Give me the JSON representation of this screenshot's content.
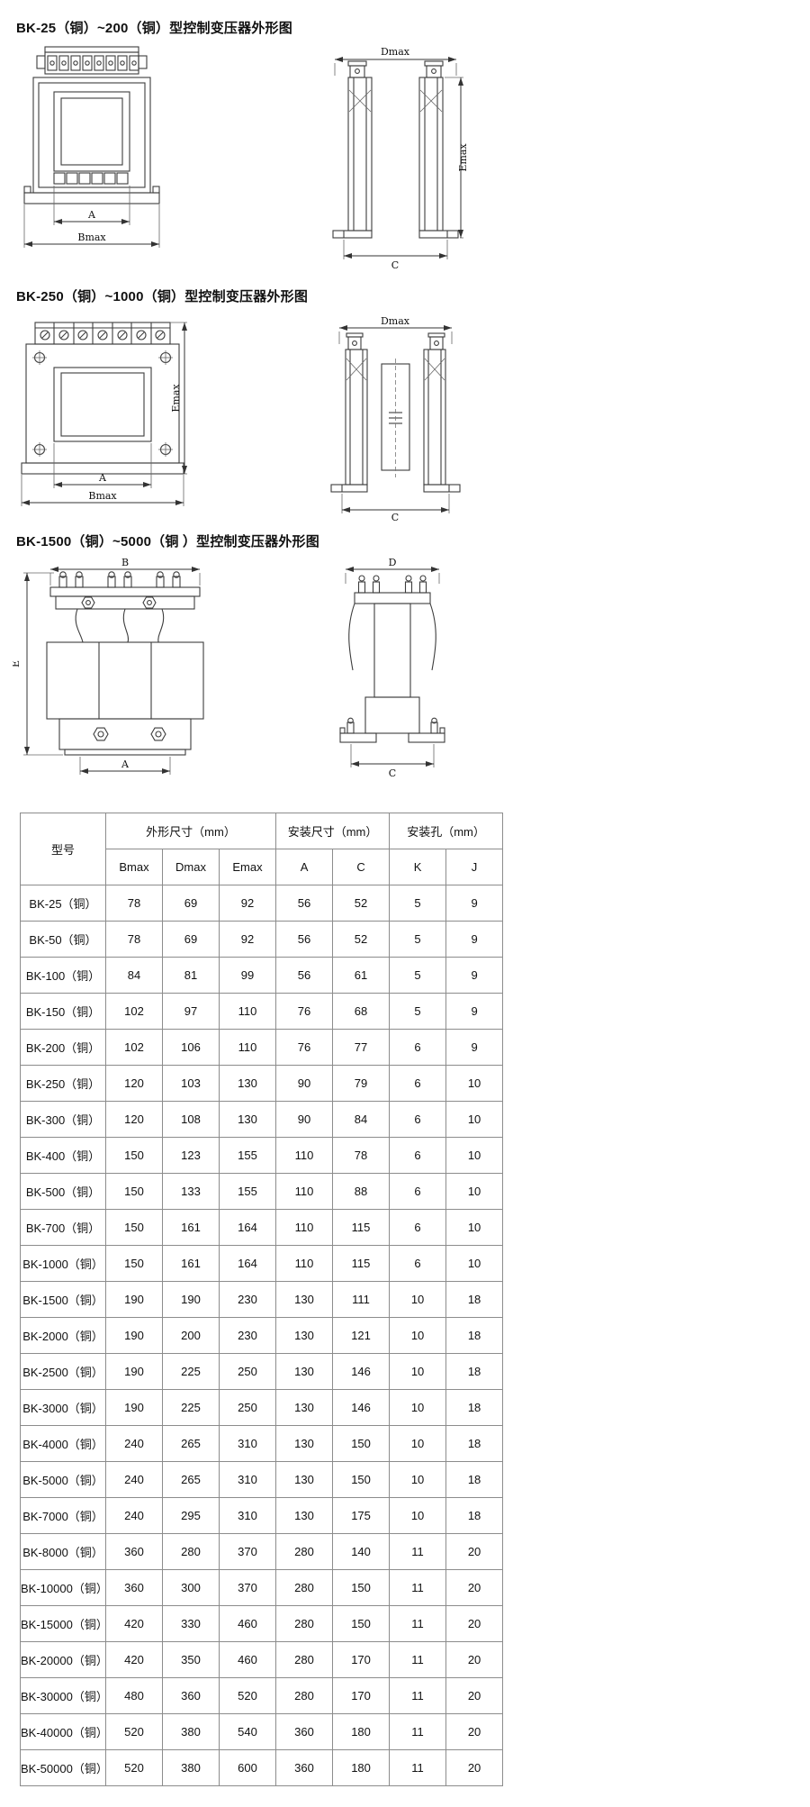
{
  "sections": [
    {
      "title": "BK-25（铜）~200（铜）型控制变压器外形图",
      "dims": {
        "a": "A",
        "b": "Bmax",
        "c": "C",
        "d": "Dmax",
        "e": "Emax"
      }
    },
    {
      "title": "BK-250（铜）~1000（铜）型控制变压器外形图",
      "dims": {
        "a": "A",
        "b": "Bmax",
        "c": "C",
        "d": "Dmax",
        "e": "Emax"
      }
    },
    {
      "title": "BK-1500（铜）~5000（铜 ）型控制变压器外形图",
      "dims": {
        "a": "A",
        "b": "B",
        "c": "C",
        "d": "D",
        "e": "E"
      }
    }
  ],
  "table": {
    "col_model": "型号",
    "groups": [
      "外形尺寸（mm）",
      "安装尺寸（mm）",
      "安装孔（mm）"
    ],
    "sub_headers": [
      "Bmax",
      "Dmax",
      "Emax",
      "A",
      "C",
      "K",
      "J"
    ],
    "rows": [
      {
        "model": "BK-25（铜）",
        "values": [
          78,
          69,
          92,
          56,
          52,
          5,
          9
        ]
      },
      {
        "model": "BK-50（铜）",
        "values": [
          78,
          69,
          92,
          56,
          52,
          5,
          9
        ]
      },
      {
        "model": "BK-100（铜）",
        "values": [
          84,
          81,
          99,
          56,
          61,
          5,
          9
        ]
      },
      {
        "model": "BK-150（铜）",
        "values": [
          102,
          97,
          110,
          76,
          68,
          5,
          9
        ]
      },
      {
        "model": "BK-200（铜）",
        "values": [
          102,
          106,
          110,
          76,
          77,
          6,
          9
        ]
      },
      {
        "model": "BK-250（铜）",
        "values": [
          120,
          103,
          130,
          90,
          79,
          6,
          10
        ]
      },
      {
        "model": "BK-300（铜）",
        "values": [
          120,
          108,
          130,
          90,
          84,
          6,
          10
        ]
      },
      {
        "model": "BK-400（铜）",
        "values": [
          150,
          123,
          155,
          110,
          78,
          6,
          10
        ]
      },
      {
        "model": "BK-500（铜）",
        "values": [
          150,
          133,
          155,
          110,
          88,
          6,
          10
        ]
      },
      {
        "model": "BK-700（铜）",
        "values": [
          150,
          161,
          164,
          110,
          115,
          6,
          10
        ]
      },
      {
        "model": "BK-1000（铜）",
        "values": [
          150,
          161,
          164,
          110,
          115,
          6,
          10
        ]
      },
      {
        "model": "BK-1500（铜）",
        "values": [
          190,
          190,
          230,
          130,
          111,
          10,
          18
        ]
      },
      {
        "model": "BK-2000（铜）",
        "values": [
          190,
          200,
          230,
          130,
          121,
          10,
          18
        ]
      },
      {
        "model": "BK-2500（铜）",
        "values": [
          190,
          225,
          250,
          130,
          146,
          10,
          18
        ]
      },
      {
        "model": "BK-3000（铜）",
        "values": [
          190,
          225,
          250,
          130,
          146,
          10,
          18
        ]
      },
      {
        "model": "BK-4000（铜）",
        "values": [
          240,
          265,
          310,
          130,
          150,
          10,
          18
        ]
      },
      {
        "model": "BK-5000（铜）",
        "values": [
          240,
          265,
          310,
          130,
          150,
          10,
          18
        ]
      },
      {
        "model": "BK-7000（铜）",
        "values": [
          240,
          295,
          310,
          130,
          175,
          10,
          18
        ]
      },
      {
        "model": "BK-8000（铜）",
        "values": [
          360,
          280,
          370,
          280,
          140,
          11,
          20
        ]
      },
      {
        "model": "BK-10000（铜）",
        "values": [
          360,
          300,
          370,
          280,
          150,
          11,
          20
        ]
      },
      {
        "model": "BK-15000（铜）",
        "values": [
          420,
          330,
          460,
          280,
          150,
          11,
          20
        ]
      },
      {
        "model": "BK-20000（铜）",
        "values": [
          420,
          350,
          460,
          280,
          170,
          11,
          20
        ]
      },
      {
        "model": "BK-30000（铜）",
        "values": [
          480,
          360,
          520,
          280,
          170,
          11,
          20
        ]
      },
      {
        "model": "BK-40000（铜）",
        "values": [
          520,
          380,
          540,
          360,
          180,
          11,
          20
        ]
      },
      {
        "model": "BK-50000（铜）",
        "values": [
          520,
          380,
          600,
          360,
          180,
          11,
          20
        ]
      }
    ]
  }
}
